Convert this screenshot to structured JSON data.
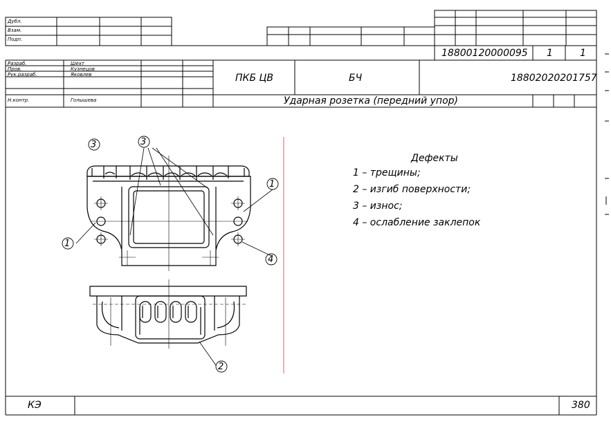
{
  "stamp": {
    "left_rows": [
      "Дубл.",
      "Взам.",
      "Подп."
    ],
    "doc_number": "18800120000095",
    "sheet": "1",
    "sheets": "1",
    "roles": [
      "Разраб.",
      "Пров.",
      "Рук.разраб.",
      "",
      "Н.контр."
    ],
    "names": [
      "Шехт",
      "Кузнецов",
      "Яковлев",
      "",
      "Голышева"
    ],
    "org": "ПКБ ЦВ",
    "dept": "БЧ",
    "part_code": "18802020201757",
    "title": "Ударная розетка (передний упор)"
  },
  "legend": {
    "heading": "Дефекты",
    "items": [
      "1  –  трещины;",
      "2  –  изгиб поверхности;",
      "3  –  износ;",
      "4  –  ослабление заклепок"
    ]
  },
  "callouts": [
    "3",
    "3",
    "1",
    "1",
    "4",
    "2"
  ],
  "footer": {
    "left": "КЭ",
    "right": "380"
  }
}
